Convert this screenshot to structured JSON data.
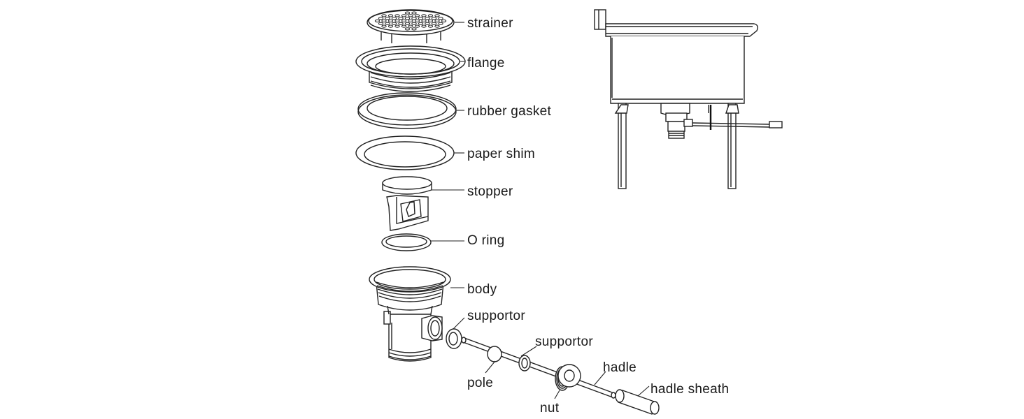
{
  "labels": {
    "strainer": "strainer",
    "flange": "flange",
    "rubber_gasket": "rubber gasket",
    "paper_shim": "paper shim",
    "stopper": "stopper",
    "o_ring": "O ring",
    "body": "body",
    "supportor_1": "supportor",
    "supportor_2": "supportor",
    "pole": "pole",
    "nut": "nut",
    "hadle": "hadle",
    "hadle_sheath": "hadle sheath"
  },
  "colors": {
    "line": "#222222",
    "background": "#ffffff",
    "shade": "#e6e6e6"
  }
}
